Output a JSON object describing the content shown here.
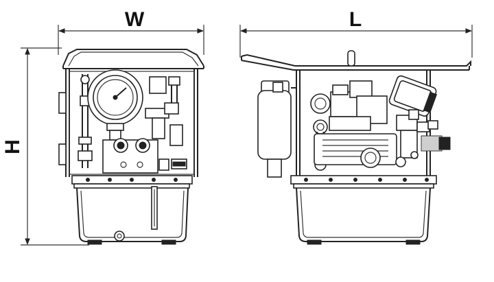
{
  "dimensions": {
    "width_label": "W",
    "length_label": "L",
    "height_label": "H"
  },
  "colors": {
    "line": "#222222",
    "background": "#ffffff"
  }
}
